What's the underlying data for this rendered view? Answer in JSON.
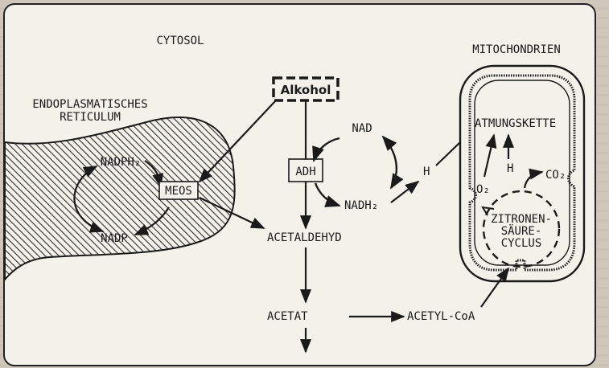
{
  "labels": {
    "cytosol": "CYTOSOL",
    "er_line1": "ENDOPLASMATISCHES",
    "er_line2": "RETICULUM",
    "alkohol": "Alkohol",
    "nadph2": "NADPH₂",
    "meos": "MEOS",
    "nadp": "NADP",
    "nad": "NAD",
    "adh": "ADH",
    "nadh2": "NADH₂",
    "h_cytosol": "H",
    "acetaldehyd": "ACETALDEHYD",
    "acetat": "ACETAT",
    "acetyl_coa": "ACETYL-CoA",
    "mitochondrien": "MITOCHONDRIEN",
    "atmungskette": "ATMUNGSKETTE",
    "o2": "O₂",
    "h_mito": "H",
    "co2": "CO₂",
    "zitronen_line1": "ZITRONEN-",
    "zitronen_line2": "SÄURE-",
    "zitronen_line3": "CYCLUS"
  },
  "colors": {
    "ink": "#1a1a1a",
    "paper": "#f4f1ea",
    "hatch": "#3a3a3a"
  }
}
